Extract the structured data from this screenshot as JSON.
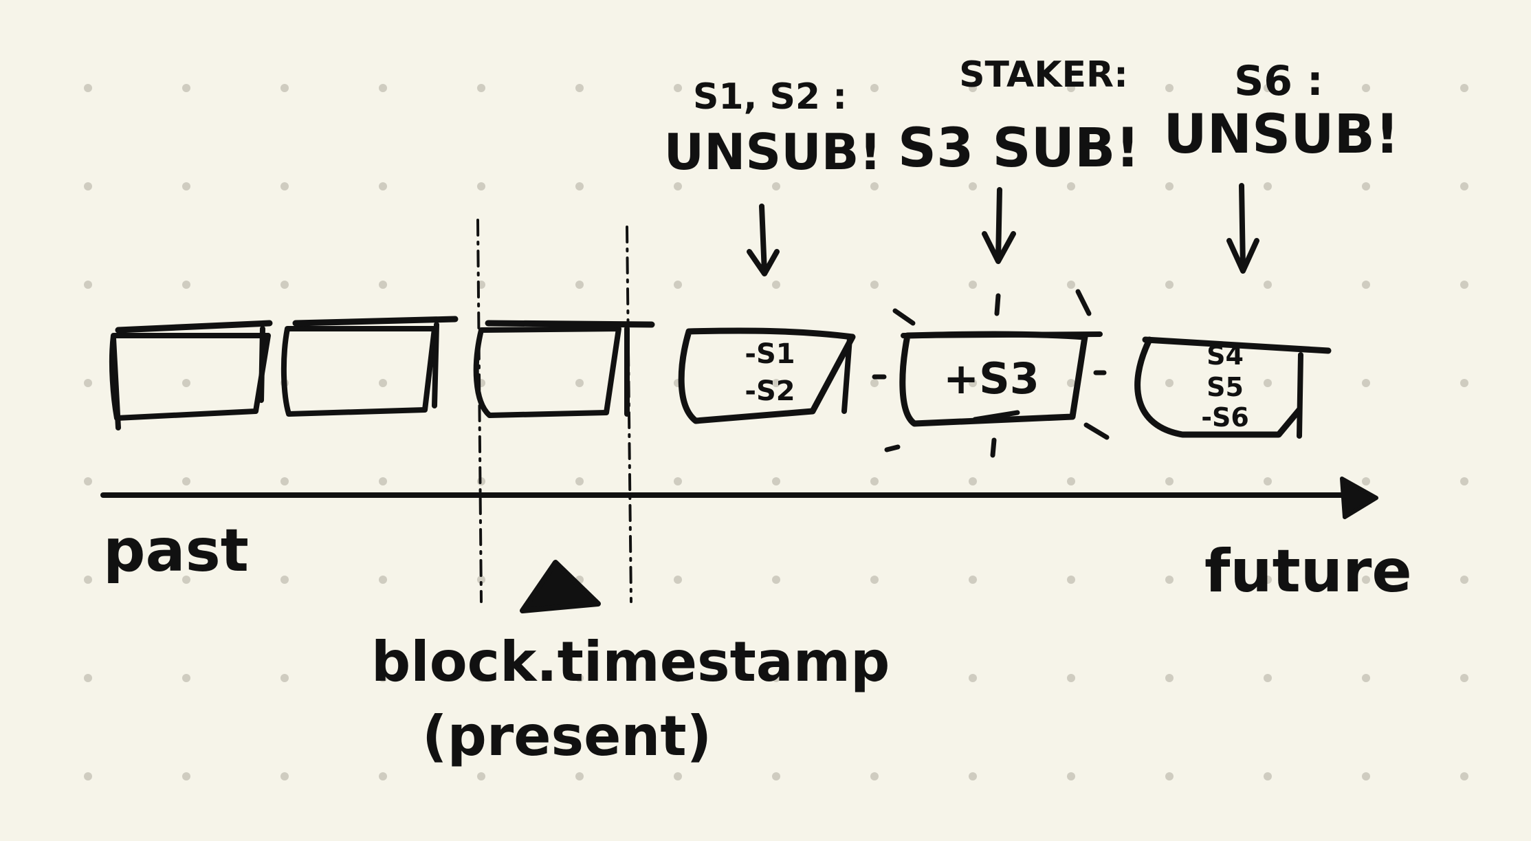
{
  "colors": {
    "background": "#f6f4e9",
    "ink": "#111111",
    "dot": "#cfccc0"
  },
  "timeline": {
    "start_label": "past",
    "end_label": "future",
    "present_label": "block.timestamp",
    "present_sublabel": "(present)"
  },
  "blocks": [
    {
      "state": "past",
      "pattern": "hatched",
      "lines": []
    },
    {
      "state": "past",
      "pattern": "hatched",
      "lines": []
    },
    {
      "state": "present",
      "pattern": "hatched",
      "lines": []
    },
    {
      "state": "future",
      "pattern": "dotted",
      "lines": [
        "-S1",
        "-S2"
      ]
    },
    {
      "state": "future",
      "pattern": "highlighted",
      "lines": [
        "+S3"
      ]
    },
    {
      "state": "future",
      "pattern": "plain",
      "lines": [
        "S4",
        "S5",
        "-S6"
      ]
    }
  ],
  "annotations": [
    {
      "block": 3,
      "lines": [
        "S1, S2 :",
        "UNSUB!"
      ]
    },
    {
      "block": 4,
      "lines": [
        "STAKER:",
        "S3 SUB!"
      ]
    },
    {
      "block": 5,
      "lines": [
        "S6 :",
        "UNSUB!"
      ]
    }
  ]
}
